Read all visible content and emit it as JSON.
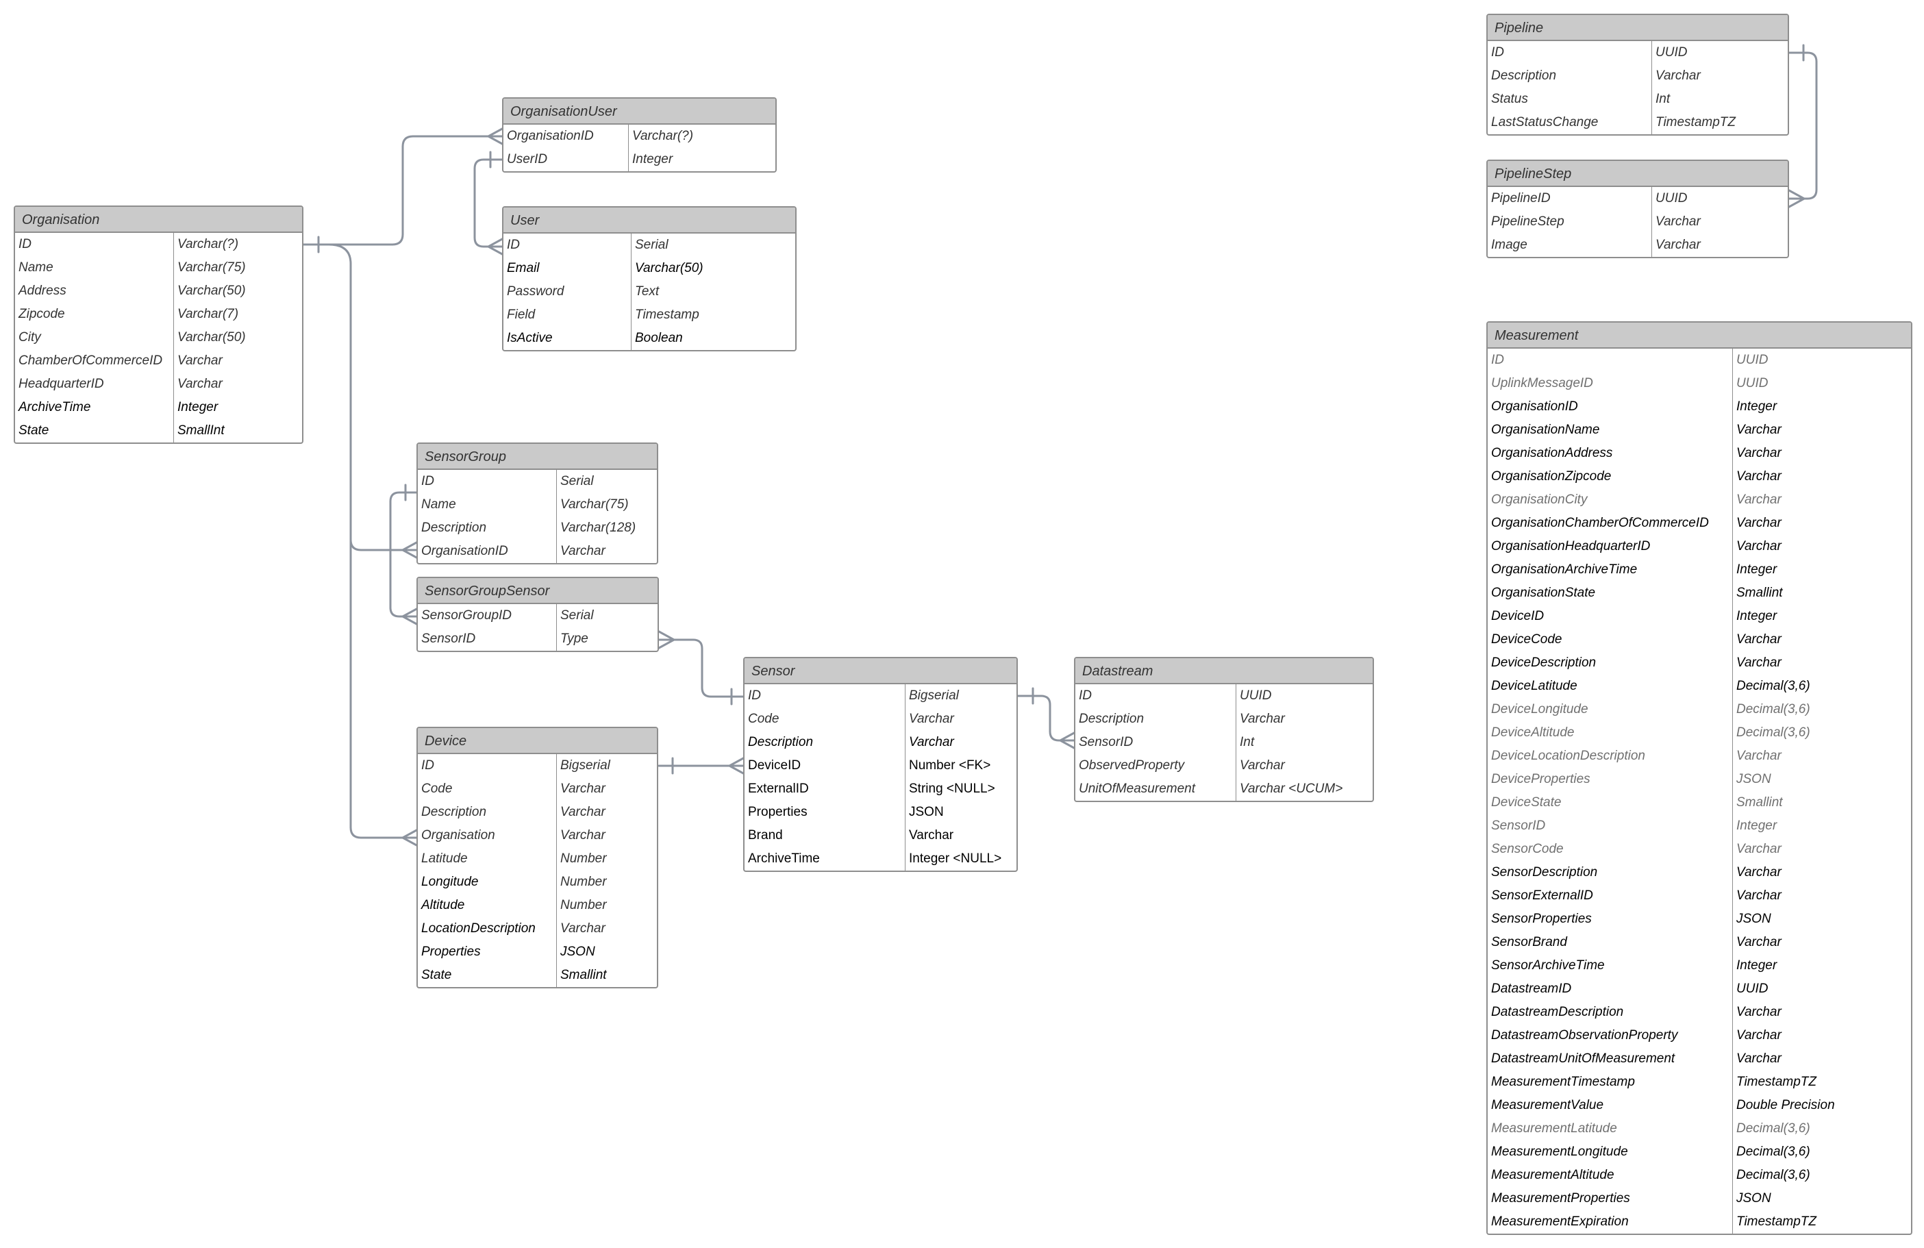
{
  "entities": {
    "pipeline": {
      "title": "Pipeline",
      "fields": [
        {
          "name": "ID",
          "type": "UUID"
        },
        {
          "name": "Description",
          "type": "Varchar"
        },
        {
          "name": "Status",
          "type": "Int"
        },
        {
          "name": "LastStatusChange",
          "type": "TimestampTZ"
        }
      ]
    },
    "pipelinestep": {
      "title": "PipelineStep",
      "fields": [
        {
          "name": "PipelineID",
          "type": "UUID"
        },
        {
          "name": "PipelineStep",
          "type": "Varchar"
        },
        {
          "name": "Image",
          "type": "Varchar"
        }
      ]
    },
    "organisationuser": {
      "title": "OrganisationUser",
      "fields": [
        {
          "name": "OrganisationID",
          "type": "Varchar(?)"
        },
        {
          "name": "UserID",
          "type": "Integer"
        }
      ]
    },
    "user": {
      "title": "User",
      "fields": [
        {
          "name": "ID",
          "type": "Serial"
        },
        {
          "name": "Email",
          "type": "Varchar(50)"
        },
        {
          "name": "Password",
          "type": "Text"
        },
        {
          "name": "Field",
          "type": "Timestamp"
        },
        {
          "name": "IsActive",
          "type": "Boolean"
        }
      ]
    },
    "organisation": {
      "title": "Organisation",
      "fields": [
        {
          "name": "ID",
          "type": "Varchar(?)"
        },
        {
          "name": "Name",
          "type": "Varchar(75)"
        },
        {
          "name": "Address",
          "type": "Varchar(50)"
        },
        {
          "name": "Zipcode",
          "type": "Varchar(7)"
        },
        {
          "name": "City",
          "type": "Varchar(50)"
        },
        {
          "name": "ChamberOfCommerceID",
          "type": "Varchar"
        },
        {
          "name": "HeadquarterID",
          "type": "Varchar"
        },
        {
          "name": "ArchiveTime",
          "type": "Integer"
        },
        {
          "name": "State",
          "type": "SmallInt"
        }
      ]
    },
    "sensorgroup": {
      "title": "SensorGroup",
      "fields": [
        {
          "name": "ID",
          "type": "Serial"
        },
        {
          "name": "Name",
          "type": "Varchar(75)"
        },
        {
          "name": "Description",
          "type": "Varchar(128)"
        },
        {
          "name": "OrganisationID",
          "type": "Varchar"
        }
      ]
    },
    "sensorgroupsensor": {
      "title": "SensorGroupSensor",
      "fields": [
        {
          "name": "SensorGroupID",
          "type": "Serial"
        },
        {
          "name": "SensorID",
          "type": "Type"
        }
      ]
    },
    "sensor": {
      "title": "Sensor",
      "fields": [
        {
          "name": "ID",
          "type": "Bigserial"
        },
        {
          "name": "Code",
          "type": "Varchar"
        },
        {
          "name": "Description",
          "type": "Varchar"
        },
        {
          "name": "DeviceID",
          "type": "Number <FK>"
        },
        {
          "name": "ExternalID",
          "type": "String <NULL>"
        },
        {
          "name": "Properties",
          "type": "JSON"
        },
        {
          "name": "Brand",
          "type": "Varchar"
        },
        {
          "name": "ArchiveTime",
          "type": "Integer <NULL>"
        }
      ]
    },
    "datastream": {
      "title": "Datastream",
      "fields": [
        {
          "name": "ID",
          "type": "UUID"
        },
        {
          "name": "Description",
          "type": "Varchar"
        },
        {
          "name": "SensorID",
          "type": "Int"
        },
        {
          "name": "ObservedProperty",
          "type": "Varchar"
        },
        {
          "name": "UnitOfMeasurement",
          "type": "Varchar <UCUM>"
        }
      ]
    },
    "device": {
      "title": "Device",
      "fields": [
        {
          "name": "ID",
          "type": "Bigserial"
        },
        {
          "name": "Code",
          "type": "Varchar"
        },
        {
          "name": "Description",
          "type": "Varchar"
        },
        {
          "name": "Organisation",
          "type": "Varchar"
        },
        {
          "name": "Latitude",
          "type": "Number"
        },
        {
          "name": "Longitude",
          "type": "Number"
        },
        {
          "name": "Altitude",
          "type": "Number"
        },
        {
          "name": "LocationDescription",
          "type": "Varchar"
        },
        {
          "name": "Properties",
          "type": "JSON"
        },
        {
          "name": "State",
          "type": "Smallint"
        }
      ]
    },
    "measurement": {
      "title": "Measurement",
      "fields": [
        {
          "name": "ID",
          "type": "UUID"
        },
        {
          "name": "UplinkMessageID",
          "type": "UUID"
        },
        {
          "name": "OrganisationID",
          "type": "Integer"
        },
        {
          "name": "OrganisationName",
          "type": "Varchar"
        },
        {
          "name": "OrganisationAddress",
          "type": "Varchar"
        },
        {
          "name": "OrganisationZipcode",
          "type": "Varchar"
        },
        {
          "name": "OrganisationCity",
          "type": "Varchar"
        },
        {
          "name": "OrganisationChamberOfCommerceID",
          "type": "Varchar"
        },
        {
          "name": "OrganisationHeadquarterID",
          "type": "Varchar"
        },
        {
          "name": "OrganisationArchiveTime",
          "type": "Integer"
        },
        {
          "name": "OrganisationState",
          "type": "Smallint"
        },
        {
          "name": "DeviceID",
          "type": "Integer"
        },
        {
          "name": "DeviceCode",
          "type": "Varchar"
        },
        {
          "name": "DeviceDescription",
          "type": "Varchar"
        },
        {
          "name": "DeviceLatitude",
          "type": "Decimal(3,6)"
        },
        {
          "name": "DeviceLongitude",
          "type": "Decimal(3,6)"
        },
        {
          "name": "DeviceAltitude",
          "type": "Decimal(3,6)"
        },
        {
          "name": "DeviceLocationDescription",
          "type": "Varchar"
        },
        {
          "name": "DeviceProperties",
          "type": "JSON"
        },
        {
          "name": "DeviceState",
          "type": "Smallint"
        },
        {
          "name": "SensorID",
          "type": "Integer"
        },
        {
          "name": "SensorCode",
          "type": "Varchar"
        },
        {
          "name": "SensorDescription",
          "type": "Varchar"
        },
        {
          "name": "SensorExternalID",
          "type": "Varchar"
        },
        {
          "name": "SensorProperties",
          "type": "JSON"
        },
        {
          "name": "SensorBrand",
          "type": "Varchar"
        },
        {
          "name": "SensorArchiveTime",
          "type": "Integer"
        },
        {
          "name": "DatastreamID",
          "type": "UUID"
        },
        {
          "name": "DatastreamDescription",
          "type": "Varchar"
        },
        {
          "name": "DatastreamObservationProperty",
          "type": "Varchar"
        },
        {
          "name": "DatastreamUnitOfMeasurement",
          "type": "Varchar"
        },
        {
          "name": "MeasurementTimestamp",
          "type": "TimestampTZ"
        },
        {
          "name": "MeasurementValue",
          "type": "Double Precision"
        },
        {
          "name": "MeasurementLatitude",
          "type": "Decimal(3,6)"
        },
        {
          "name": "MeasurementLongitude",
          "type": "Decimal(3,6)"
        },
        {
          "name": "MeasurementAltitude",
          "type": "Decimal(3,6)"
        },
        {
          "name": "MeasurementProperties",
          "type": "JSON"
        },
        {
          "name": "MeasurementExpiration",
          "type": "TimestampTZ"
        }
      ]
    }
  },
  "colors": {
    "header_fill": "#cacaca",
    "border": "#8e8e8e",
    "connector": "#8c939e"
  }
}
